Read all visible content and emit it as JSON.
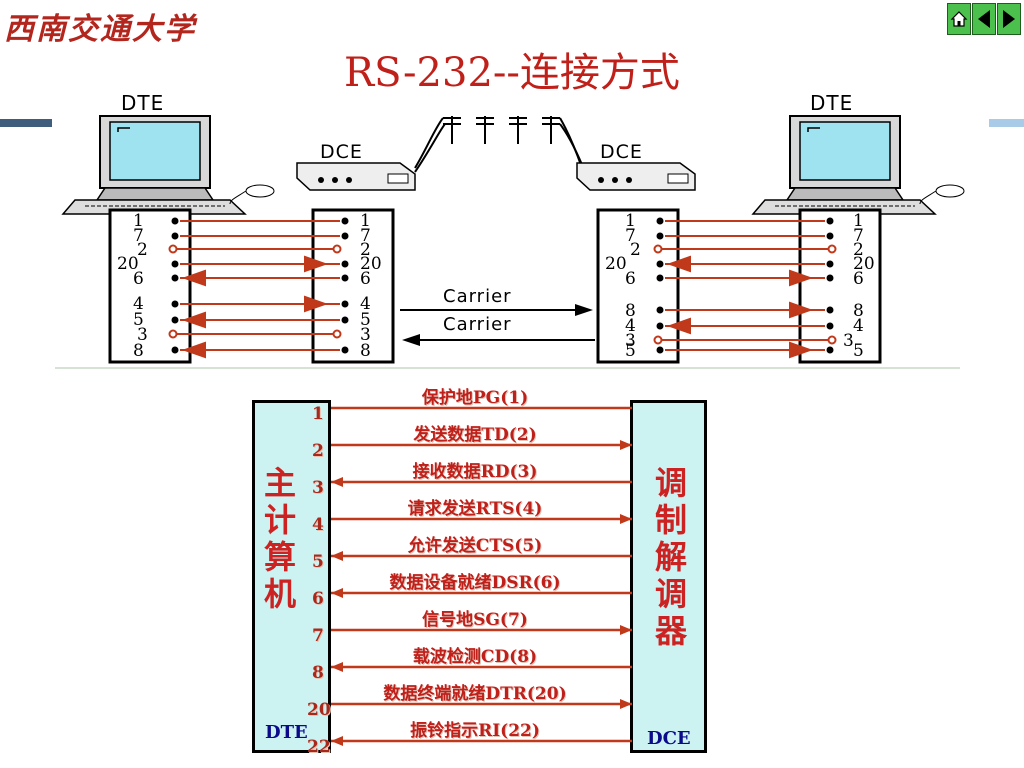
{
  "header": {
    "logo_text": "西南交通大学",
    "title": "RS-232--连接方式",
    "nav": {
      "home_icon": "home-icon",
      "prev_icon": "triangle-left-icon",
      "next_icon": "triangle-right-icon"
    }
  },
  "top_diagram": {
    "left_device_label": "DTE",
    "right_device_label": "DTE",
    "left_modem_label": "DCE",
    "right_modem_label": "DCE",
    "carrier_top": "Carrier",
    "carrier_bottom": "Carrier",
    "connector_a_pins": [
      "1",
      "7",
      "2",
      "20",
      "6",
      "4",
      "5",
      "3",
      "8"
    ],
    "connector_b_pins": [
      "1",
      "7",
      "2",
      "20",
      "6",
      "4",
      "5",
      "3",
      "8"
    ],
    "connector_c_pins": [
      "1",
      "7",
      "2",
      "20",
      "6",
      "8",
      "4",
      "3",
      "5"
    ],
    "connector_d_pins": [
      "1",
      "7",
      "2",
      "20",
      "6",
      "8",
      "4",
      "3",
      "5"
    ]
  },
  "lower_diagram": {
    "left_box_label": "主计算机",
    "left_box_tag": "DTE",
    "right_box_label": "调制解调器",
    "right_box_tag": "DCE",
    "signals": [
      {
        "pin": "1",
        "name": "保护地PG(1)",
        "dir": "none"
      },
      {
        "pin": "2",
        "name": "发送数据TD(2)",
        "dir": "right"
      },
      {
        "pin": "3",
        "name": "接收数据RD(3)",
        "dir": "left"
      },
      {
        "pin": "4",
        "name": "请求发送RTS(4)",
        "dir": "right"
      },
      {
        "pin": "5",
        "name": "允许发送CTS(5)",
        "dir": "left"
      },
      {
        "pin": "6",
        "name": "数据设备就绪DSR(6)",
        "dir": "left"
      },
      {
        "pin": "7",
        "name": "信号地SG(7)",
        "dir": "right"
      },
      {
        "pin": "8",
        "name": "载波检测CD(8)",
        "dir": "left"
      },
      {
        "pin": "20",
        "name": "数据终端就绪DTR(20)",
        "dir": "right"
      },
      {
        "pin": "22",
        "name": "振铃指示RI(22)",
        "dir": "left"
      }
    ]
  },
  "colors": {
    "title": "#c0201a",
    "nav_green": "#4cc04c",
    "line": "#c0391a",
    "box_fill": "#ccf2f2",
    "blue_bar": "#3f5d7d"
  }
}
